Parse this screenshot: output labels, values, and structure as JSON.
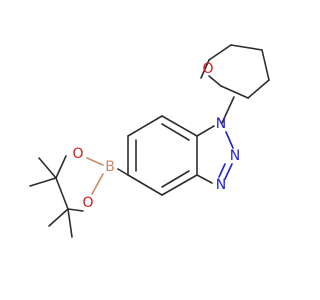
{
  "molecule": {
    "atoms": {
      "ring_oxygen": "O",
      "n1": "N",
      "n2": "N",
      "n3": "N",
      "boron": "B",
      "pinacol_oxygen_top": "O",
      "pinacol_oxygen_bottom": "O"
    },
    "colors": {
      "bond": "#2d2d2d",
      "nitrogen": "#1f1fd6",
      "oxygen": "#d11a1a",
      "boron": "#c98a6b",
      "background": "#ffffff"
    }
  }
}
